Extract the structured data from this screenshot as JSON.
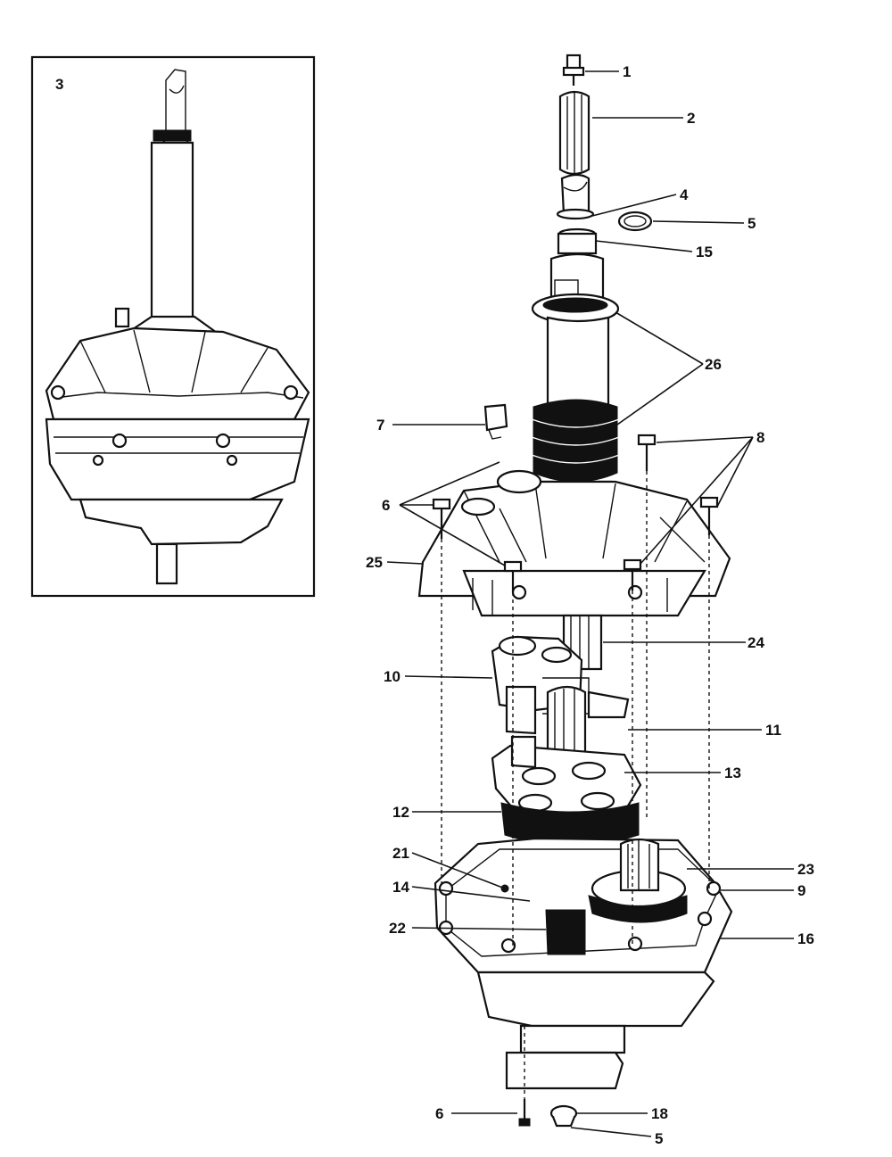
{
  "inset_label": "3",
  "callouts": [
    "1",
    "2",
    "4",
    "5",
    "15",
    "26",
    "7",
    "8",
    "6",
    "25",
    "24",
    "10",
    "11",
    "13",
    "12",
    "21",
    "23",
    "9",
    "14",
    "22",
    "16",
    "6",
    "18",
    "5"
  ]
}
